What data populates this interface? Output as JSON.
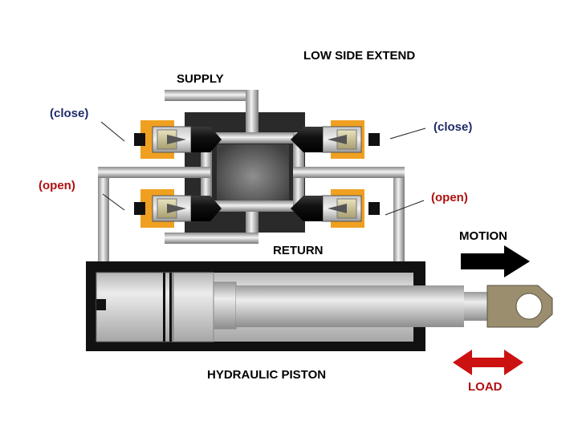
{
  "title": "LOW SIDE EXTEND",
  "ports": {
    "supply": "SUPPLY",
    "return": "RETURN"
  },
  "valves": {
    "top_left": "(close)",
    "top_right": "(close)",
    "bottom_left": "(open)",
    "bottom_right": "(open)"
  },
  "piston_label": "HYDRAULIC PISTON",
  "motion_label": "MOTION",
  "load_label": "LOAD",
  "colors": {
    "close_text": "#1f2a6b",
    "open_text": "#b01010",
    "load_arrow": "#cc1111",
    "valve_orange": "#f0a020",
    "housing": "#1a1a1a",
    "clevis": "#9b8e6e"
  }
}
